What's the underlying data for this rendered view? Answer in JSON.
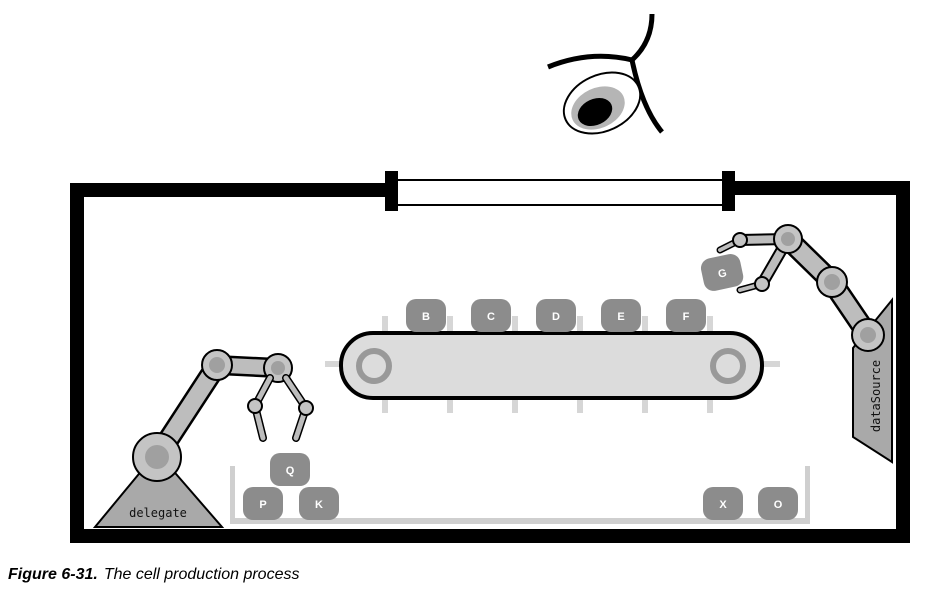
{
  "figure": {
    "number": "Figure 6-31.",
    "title": "The cell production process"
  },
  "labels": {
    "delegate": "delegate",
    "data_source": "dataSource"
  },
  "conveyor_cells": [
    "B",
    "C",
    "D",
    "E",
    "F"
  ],
  "stack_cells": [
    "Q",
    "P",
    "K"
  ],
  "bin_cells": [
    "X",
    "O"
  ],
  "held_cell": "G",
  "colors": {
    "outline": "#000000",
    "machine": "#a9a9a9",
    "joint": "#c4c4c4",
    "belt": "#dcdcdc",
    "cell": "#8c8c8c",
    "tray": "#cfcfcf"
  }
}
